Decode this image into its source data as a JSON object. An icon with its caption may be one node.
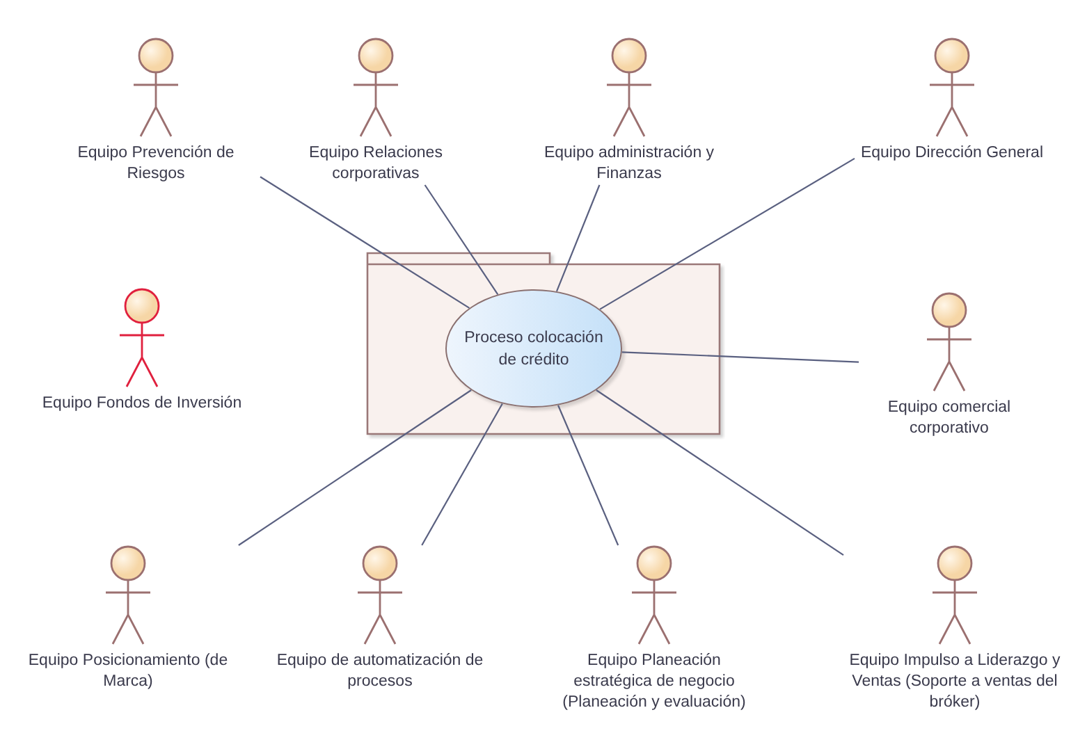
{
  "diagram": {
    "nodes": [
      {
        "text": [],
        "shape": "box"
      },
      {
        "text": [
          "Proceso colocación de crédito"
        ],
        "in": 0
      },
      {
        "text": [
          "Equipo Prevención de Riesgos"
        ]
      },
      {
        "text": [
          "Equipo Relaciones corporativas"
        ]
      },
      {
        "text": [
          "Equipo administración y Finanzas"
        ]
      },
      {
        "text": [
          "Equipo Dirección General"
        ]
      },
      {
        "text": [
          "Equipo Fondos de Inversión"
        ]
      },
      {
        "text": [
          "Equipo comercial corporativo"
        ]
      },
      {
        "text": [
          "Equipo Posicionamiento (de Marca)"
        ]
      },
      {
        "text": [
          "Equipo de automatización de procesos"
        ]
      },
      {
        "text": [
          "Equipo Planeación estratégica de negocio (Planeación y evaluación)"
        ]
      },
      {
        "text": [
          "Equipo Impulso a Liderazgo y Ventas (Soporte a ventas del bróker)"
        ]
      }
    ],
    "edges": [
      {
        "from": 2,
        "to": 1,
        "arrow": "none"
      },
      {
        "from": 3,
        "to": 1,
        "arrow": "none"
      },
      {
        "from": 4,
        "to": 1,
        "arrow": "none"
      },
      {
        "from": 5,
        "to": 1,
        "arrow": "none"
      },
      {
        "from": 7,
        "to": 1,
        "arrow": "none"
      },
      {
        "from": 8,
        "to": 1,
        "arrow": "none"
      },
      {
        "from": 9,
        "to": 1,
        "arrow": "none"
      },
      {
        "from": 10,
        "to": 1,
        "arrow": "none"
      },
      {
        "from": 11,
        "to": 1,
        "arrow": "none"
      }
    ]
  }
}
